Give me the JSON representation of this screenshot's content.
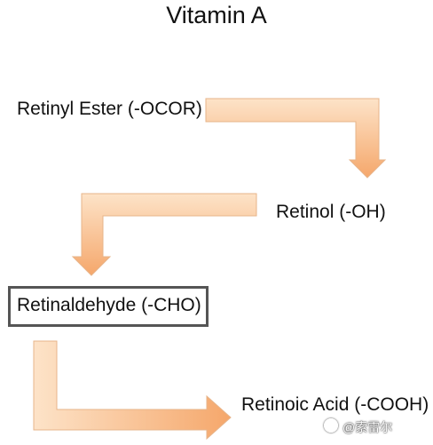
{
  "title": "Vitamin A",
  "steps": {
    "retinyl_ester": "Retinyl Ester (-OCOR)",
    "retinol": "Retinol (-OH)",
    "retinaldehyde": "Retinaldehyde (-CHO)",
    "retinoic_acid": "Retinoic Acid (-COOH)"
  },
  "watermark": "@索雷尔",
  "colors": {
    "arrow_light": "#fde3c8",
    "arrow_dark": "#f5a76b",
    "arrow_edge": "#e7b48a",
    "box_border": "#555555"
  }
}
